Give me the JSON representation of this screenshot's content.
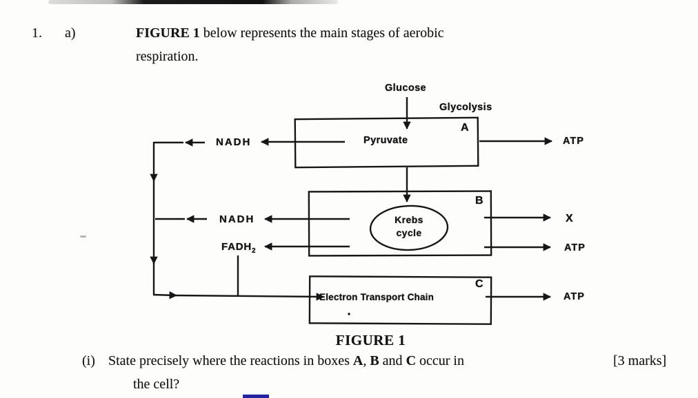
{
  "colors": {
    "ink": "#161616",
    "paper": "#fdfdfb",
    "highlight_blue": "#23239f"
  },
  "header": {
    "question_number": "1.",
    "part_label": "a)",
    "intro_bold": "FIGURE 1",
    "intro_rest": " below represents the main stages of aerobic",
    "intro_line2": "respiration."
  },
  "diagram": {
    "glucose_label": "Glucose",
    "glycolysis_label": "Glycolysis",
    "box_a_letter": "A",
    "pyruvate_label": "Pyruvate",
    "atp_a_label": "ATP",
    "nadh_a_label": "NADH",
    "box_b_letter": "B",
    "krebs_line1": "Krebs",
    "krebs_line2": "cycle",
    "nadh_b_label": "NADH",
    "fadh_base": "FADH",
    "fadh_sub": "2",
    "x_label": "X",
    "atp_b_label": "ATP",
    "box_c_letter": "C",
    "etc_label": "Electron Transport Chain",
    "atp_c_label": "ATP"
  },
  "caption": "FIGURE 1",
  "question": {
    "item_label": "(i)",
    "seg1": "State precisely where the reactions in boxes ",
    "bold_a": "A",
    "seg2": ", ",
    "bold_b": "B",
    "seg3": " and ",
    "bold_c": "C",
    "seg4": " occur in",
    "line2": "the cell?",
    "marks": "[3 marks]"
  }
}
